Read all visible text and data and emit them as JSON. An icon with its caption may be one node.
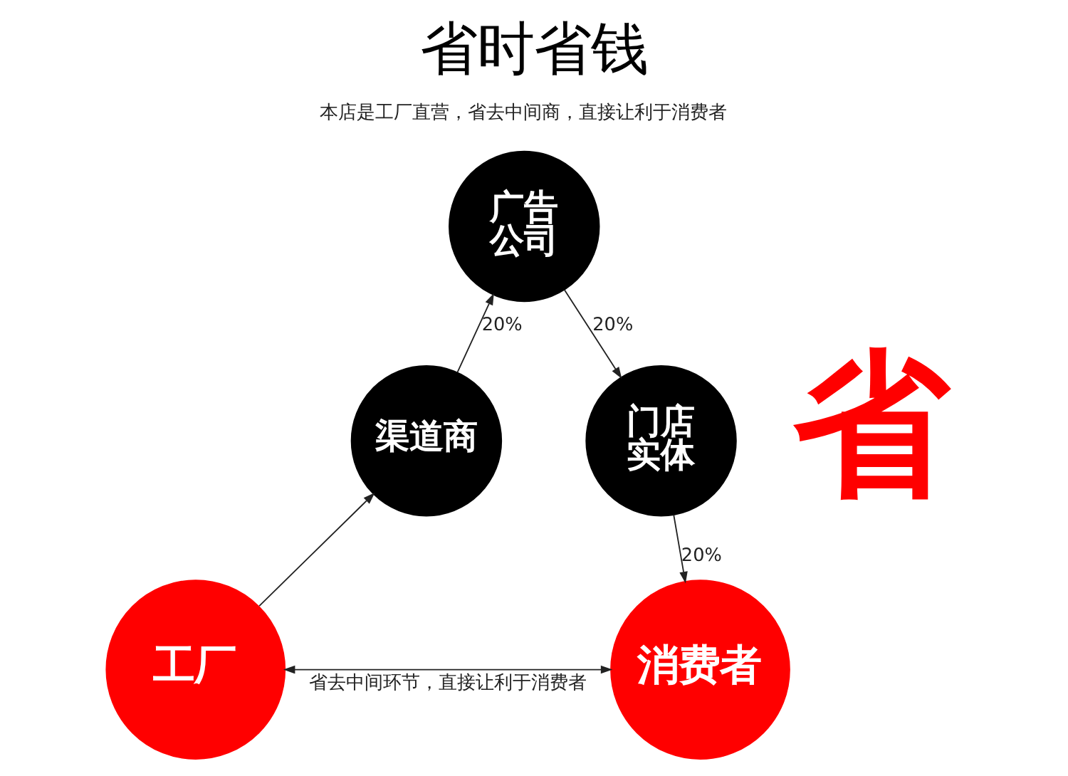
{
  "diagram": {
    "title": "省时省钱",
    "nodes": [
      {
        "text": [
          "工厂"
        ]
      },
      {
        "text": [
          "渠道商"
        ]
      },
      {
        "text": [
          "广告公司"
        ]
      },
      {
        "text": [
          "门店实体"
        ]
      },
      {
        "text": [
          "消费者"
        ]
      }
    ],
    "edges": [
      {
        "from": 0,
        "to": 1,
        "arrow": "to"
      },
      {
        "from": 1,
        "to": 2,
        "arrow": "to",
        "label": "20%"
      },
      {
        "from": 2,
        "to": 3,
        "arrow": "to",
        "label": "20%"
      },
      {
        "from": 3,
        "to": 4,
        "arrow": "to",
        "label": "20%"
      },
      {
        "from": 0,
        "to": 4,
        "arrow": "both",
        "label": "省去中间环节，直接让利于消费者"
      }
    ],
    "labels": [
      "本店是工厂直营，省去中间商，直接让利于消费者",
      "省"
    ]
  }
}
